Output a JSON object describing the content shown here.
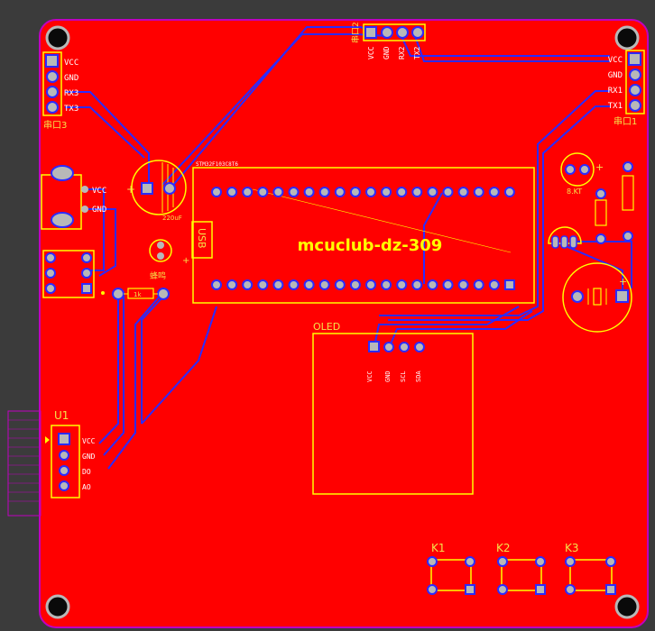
{
  "board": {
    "title": "mcuclub-dz-309",
    "colors": {
      "background": "#3b3b3b",
      "copper": "#ff0000",
      "edge": "#c000c0",
      "silk": "#ffff00",
      "trace": "#2b2bff",
      "pad": "#b8b8b8"
    }
  },
  "headers": {
    "uart3": {
      "name": "串口3",
      "pins": [
        "VCC",
        "GND",
        "RX3",
        "TX3"
      ]
    },
    "uart2": {
      "name": "串口2",
      "pins": [
        "VCC",
        "GND",
        "RX2",
        "TX2"
      ]
    },
    "uart1": {
      "name": "串口1",
      "pins": [
        "VCC",
        "GND",
        "RX1",
        "TX1"
      ]
    },
    "power": {
      "pins": [
        "VCC",
        "GND"
      ]
    },
    "u1": {
      "name": "U1",
      "pins": [
        "VCC",
        "GND",
        "DO",
        "AO"
      ]
    }
  },
  "components": {
    "cap": "220uF",
    "usb": "USB",
    "buzzer": "蜂鸣",
    "resistor": "1k",
    "led": "8.KT",
    "oled": {
      "name": "OLED",
      "pins": [
        "VCC",
        "GND",
        "SCL",
        "SDA"
      ]
    },
    "mcu_header": "STM32F103C8T6",
    "keys": [
      "K1",
      "K2",
      "K3"
    ]
  }
}
